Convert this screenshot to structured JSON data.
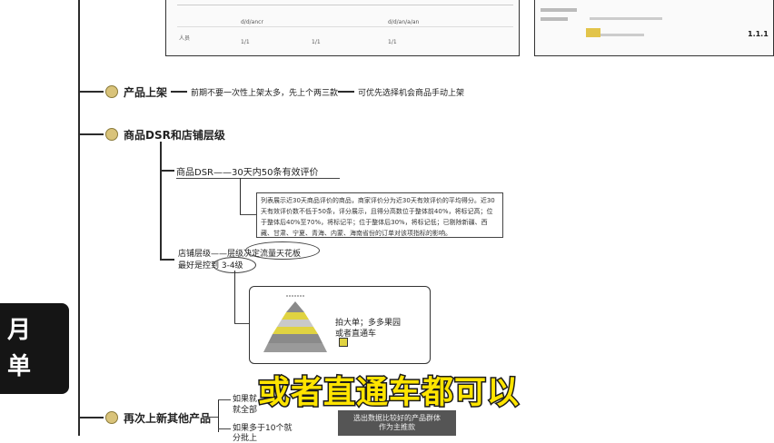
{
  "sidebar": {
    "line1": "月",
    "line2": "单"
  },
  "top_panel": {
    "cells": [
      "人员",
      "d/d/ancr",
      "d/d/an/a/an",
      "1/1",
      "1/1",
      "1/1"
    ]
  },
  "right_panel": {
    "rows": [
      "",
      "",
      ""
    ],
    "value": "1.1.1"
  },
  "branch_product_listing": {
    "title": "产品上架",
    "note1": "前期不要一次性上架太多，先上个两三款",
    "note2": "可优先选择机会商品手动上架"
  },
  "branch_dsr": {
    "title": "商品DSR和店铺层级",
    "sub1": "商品DSR——30天内50条有效评价",
    "desc": "列表展示近30天商品评价的商品，商家评价分为近30天有效评价的平均得分。近30天有效评价数不低于50条，评分展示，且得分高数位于整体前40%，将标记高；位于整体后40%至70%，将标记平；位于整体后30%，将标记低；已剔除新疆、西藏、甘肃、宁夏、青海、内蒙、海南省份的订单对该项指标的影响。",
    "sub2_line1": "店铺层级——层级决定流量天花板",
    "sub2_line2": "最好是控到 3-4级",
    "pyramid_caption_line1": "拍大单；多多果园",
    "pyramid_caption_line2": "或者直通车"
  },
  "branch_new_products": {
    "title": "再次上新其他产品",
    "sub1_line1": "如果就",
    "sub1_line2": "就全部",
    "sub2_line1": "如果多于10个就",
    "sub2_line2": "分批上",
    "grey_box_line1": "选出数据比较好的产品群体",
    "grey_box_line2": "作为主推款"
  },
  "subtitle": "或者直通车都可以",
  "colors": {
    "subtitle_fill": "#ffe400",
    "subtitle_stroke": "#1b1b1b",
    "node_icon": "#d9c37a"
  }
}
